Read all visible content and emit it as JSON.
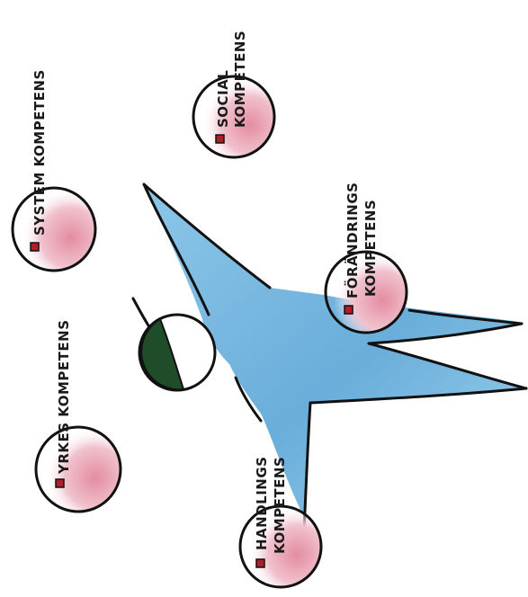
{
  "competencies": {
    "system": "SYSTEM KOMPETENS",
    "social_1": "SOCIAL",
    "social_2": "KOMPETENS",
    "forandring_1": "FÖRÄNDRINGS",
    "forandring_2": "KOMPETENS",
    "yrkes": "YRKES KOMPETENS",
    "handlings_1": "HANDLINGS",
    "handlings_2": "KOMPETENS"
  },
  "colors": {
    "star_fill": "#5aa8d8",
    "outline": "#111111",
    "circle_fill": "#e7a6b4",
    "marker": "#b01e2a",
    "half_circle": "#1f4d2a"
  }
}
